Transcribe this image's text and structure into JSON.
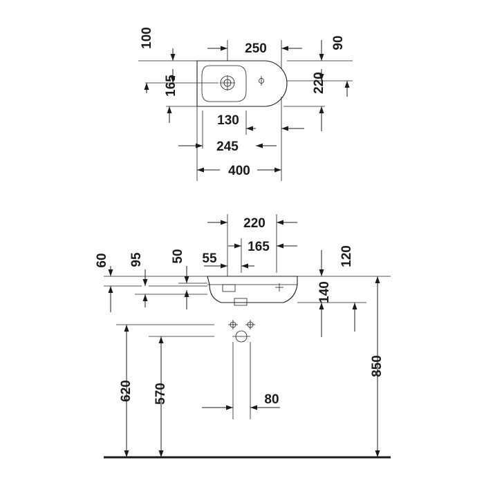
{
  "top_view": {
    "dimensions": {
      "depth_front": "100",
      "width_250": "250",
      "right_90": "90",
      "depth_165": "165",
      "depth_220": "220",
      "bowl_130": "130",
      "width_245": "245",
      "width_400": "400"
    }
  },
  "side_view": {
    "dimensions": {
      "width_220": "220",
      "width_165": "165",
      "offset_55": "55",
      "height_60": "60",
      "height_95": "95",
      "height_50": "50",
      "height_120": "120",
      "height_140": "140",
      "height_620": "620",
      "height_570": "570",
      "waste_80": "80",
      "height_850": "850"
    }
  },
  "colors": {
    "line": "#1a1a1a",
    "background": "#ffffff"
  }
}
